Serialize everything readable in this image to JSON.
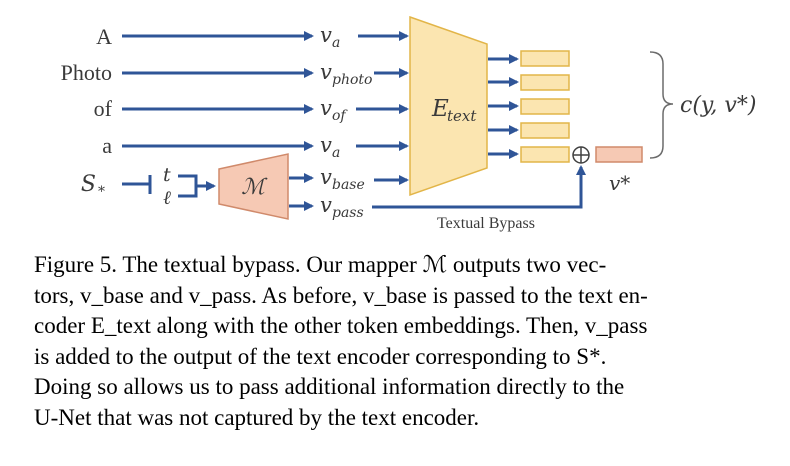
{
  "diagram": {
    "tokens": [
      "A",
      "Photo",
      "of",
      "a",
      "S"
    ],
    "token_star_subscript": "*",
    "embeddings": [
      {
        "base": "v",
        "sub": "a"
      },
      {
        "base": "v",
        "sub": "photo"
      },
      {
        "base": "v",
        "sub": "of"
      },
      {
        "base": "v",
        "sub": "a"
      },
      {
        "base": "v",
        "sub": "base"
      },
      {
        "base": "v",
        "sub": "pass"
      }
    ],
    "mapper_inputs": [
      "t",
      "ℓ"
    ],
    "mapper_label": "ℳ",
    "encoder_label": "E",
    "encoder_sub": "text",
    "output_label": "c(y, v*)",
    "vstar_label": "v*",
    "plus_symbol": "⊕",
    "bypass_label": "Textual Bypass",
    "colors": {
      "arrow": "#2f5597",
      "encoder_fill": "#fbe5b0",
      "encoder_stroke": "#e2b548",
      "mapper_fill": "#f6c9b4",
      "mapper_stroke": "#d08a6b",
      "vstar_fill": "#f6c9b4"
    }
  },
  "caption": {
    "lines": [
      "Figure 5.  The textual bypass.  Our mapper ℳ outputs two vec-",
      "tors, v_base and v_pass.  As before, v_base is passed to the text en-",
      "coder E_text along with the other token embeddings. Then, v_pass",
      "is added to the output of the text encoder corresponding to S*.",
      "Doing so allows us to pass additional information directly to the",
      "U-Net that was not captured by the text encoder."
    ]
  }
}
